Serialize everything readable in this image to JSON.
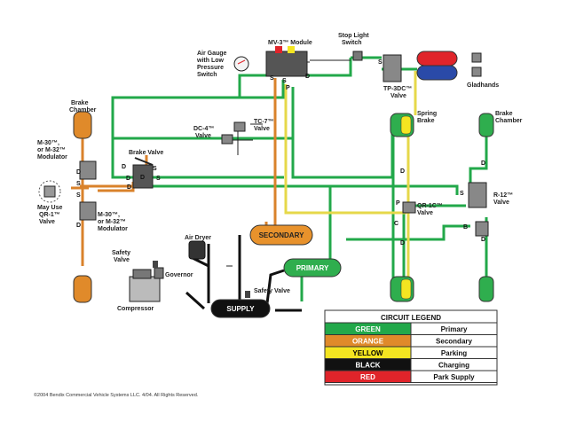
{
  "labels": {
    "mv3": "MV-3™ Module",
    "stop_light_1": "Stop Light",
    "stop_light_2": "Switch",
    "air_gauge_1": "Air Gauge",
    "air_gauge_2": "with Low",
    "air_gauge_3": "Pressure",
    "air_gauge_4": "Switch",
    "tp3dc_1": "TP-3DC™",
    "tp3dc_2": "Valve",
    "gladhands": "Gladhands",
    "brake_chamber_left_1": "Brake",
    "brake_chamber_left_2": "Chamber",
    "brake_chamber_right_1": "Brake",
    "brake_chamber_right_2": "Chamber",
    "spring_brake_1": "Spring",
    "spring_brake_2": "Brake",
    "dc4_1": "DC-4™",
    "dc4_2": "Valve",
    "tc7_1": "TC-7™",
    "tc7_2": "Valve",
    "brake_valve": "Brake Valve",
    "m30_top_1": "M-30™,",
    "m30_top_2": "or M-32™",
    "m30_top_3": "Modulator",
    "m30_bot_1": "M-30™,",
    "m30_bot_2": "or M-32™",
    "m30_bot_3": "Modulator",
    "may_use_1": "May Use",
    "may_use_2": "QR-1™",
    "may_use_3": "Valve",
    "qr1c_1": "QR-1C™",
    "qr1c_2": "Valve",
    "r12_1": "R-12™",
    "r12_2": "Valve",
    "air_dryer": "Air Dryer",
    "safety_valve_left_1": "Safety",
    "safety_valve_left_2": "Valve",
    "governor": "Governor",
    "compressor": "Compressor",
    "safety_valve_right": "Safety Valve",
    "tank_secondary": "SECONDARY",
    "tank_primary": "PRIMARY",
    "tank_supply": "SUPPLY",
    "copyright": "©2004 Bendix Commercial Vehicle Systems LLC. 4/04. All Rights Reserved."
  },
  "ports": {
    "s": "S",
    "d": "D",
    "p": "P",
    "c": "C",
    "b": "B"
  },
  "legend": {
    "title": "CIRCUIT LEGEND",
    "rows": [
      {
        "color_name": "GREEN",
        "circuit": "Primary",
        "color": "#22a84a",
        "text_color": "#ffffff"
      },
      {
        "color_name": "ORANGE",
        "circuit": "Secondary",
        "color": "#e08a2a",
        "text_color": "#ffffff"
      },
      {
        "color_name": "YELLOW",
        "circuit": "Parking",
        "color": "#f4e521",
        "text_color": "#000000"
      },
      {
        "color_name": "BLACK",
        "circuit": "Charging",
        "color": "#111111",
        "text_color": "#ffffff"
      },
      {
        "color_name": "RED",
        "circuit": "Park Supply",
        "color": "#e0242a",
        "text_color": "#ffffff"
      }
    ]
  },
  "colors": {
    "primary": "#22a84a",
    "secondary": "#d9822b",
    "parking": "#e6d84a",
    "charging": "#111111",
    "park_supply": "#e0242a",
    "tank_secondary": "#e8922c",
    "tank_primary": "#2fae4e"
  }
}
